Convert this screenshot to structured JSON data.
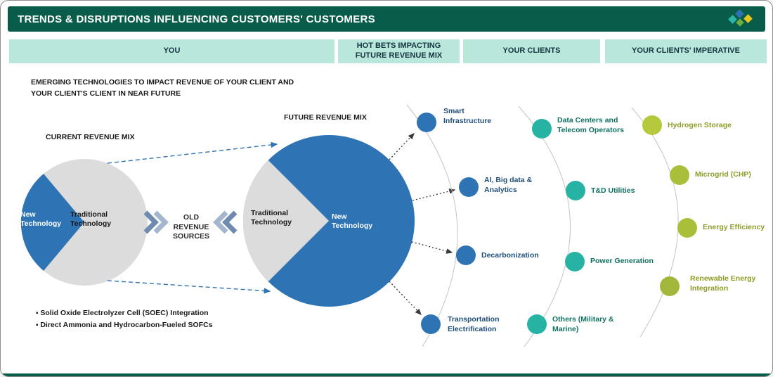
{
  "header": {
    "title": "TRENDS & DISRUPTIONS INFLUENCING CUSTOMERS' CUSTOMERS"
  },
  "columns": [
    {
      "label": "YOU"
    },
    {
      "label": "HOT BETS IMPACTING FUTURE REVENUE MIX"
    },
    {
      "label": "YOUR CLIENTS"
    },
    {
      "label": "YOUR CLIENTS' IMPERATIVE"
    }
  ],
  "you_section": {
    "intro": "EMERGING TECHNOLOGIES TO IMPACT REVENUE OF YOUR CLIENT AND YOUR CLIENT'S CLIENT IN NEAR FUTURE",
    "current_mix_label": "CURRENT REVENUE MIX",
    "future_mix_label": "FUTURE REVENUE MIX",
    "old_revenue_label": "OLD REVENUE SOURCES",
    "current_pie": {
      "new_tech": "New Technology",
      "traditional": "Traditional Technology"
    },
    "future_pie": {
      "new_tech": "New Technology",
      "traditional": "Traditional Technology"
    },
    "bullets": [
      "Solid Oxide Electrolyzer Cell (SOEC) Integration",
      "Direct Ammonia and Hydrocarbon-Fueled SOFCs"
    ]
  },
  "hot_bets": [
    {
      "label": "Smart Infrastructure"
    },
    {
      "label": "AI, Big data & Analytics"
    },
    {
      "label": "Decarbonization"
    },
    {
      "label": "Transportation Electrification"
    }
  ],
  "clients": [
    {
      "label": "Data Centers and Telecom Operators"
    },
    {
      "label": "T&D Utilities"
    },
    {
      "label": "Power Generation"
    },
    {
      "label": "Others (Military & Marine)"
    }
  ],
  "imperatives": [
    {
      "label": "Hydrogen Storage"
    },
    {
      "label": "Microgrid (CHP)"
    },
    {
      "label": "Energy Efficiency"
    },
    {
      "label": "Renewable Energy Integration"
    }
  ],
  "colors": {
    "header_bg": "#0a5c4a",
    "band_bg": "#b9e7dc",
    "blue": "#2e74b5",
    "pie_gray": "#dcdcdc",
    "teal": "#27b3a4",
    "olive": "#abc13c",
    "hot_bet_text": "#1f4e79",
    "client_text": "#0f7260",
    "imperative_text": "#8e9c26"
  }
}
